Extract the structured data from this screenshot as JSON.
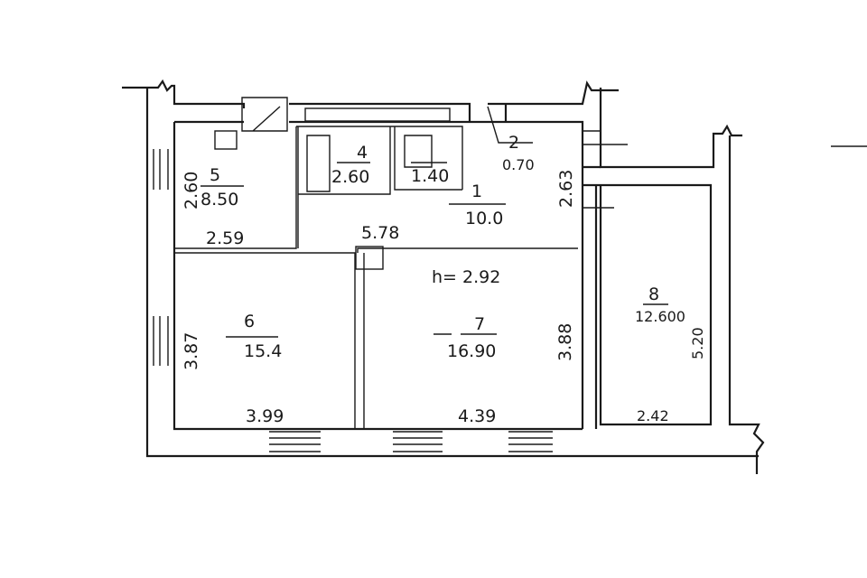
{
  "rooms": [
    {
      "number": "1",
      "area": "10.0"
    },
    {
      "number": "2",
      "area": "0.70"
    },
    {
      "number": "",
      "area": "1.40"
    },
    {
      "number": "4",
      "area": "2.60"
    },
    {
      "number": "5",
      "area": "8.50"
    },
    {
      "number": "6",
      "area": "15.4"
    },
    {
      "number": "7",
      "area": "16.90"
    },
    {
      "number": "8",
      "area": "12.600"
    }
  ],
  "dimensions": {
    "room5_height": "2.60",
    "room5_width": "2.59",
    "hall_width": "5.78",
    "hall_height": "2.63",
    "room6_height": "3.87",
    "room6_width": "3.99",
    "room7_height": "3.88",
    "room7_width": "4.39",
    "ceiling_height": "h= 2.92",
    "room8_height": "5.20",
    "room8_width": "2.42"
  }
}
